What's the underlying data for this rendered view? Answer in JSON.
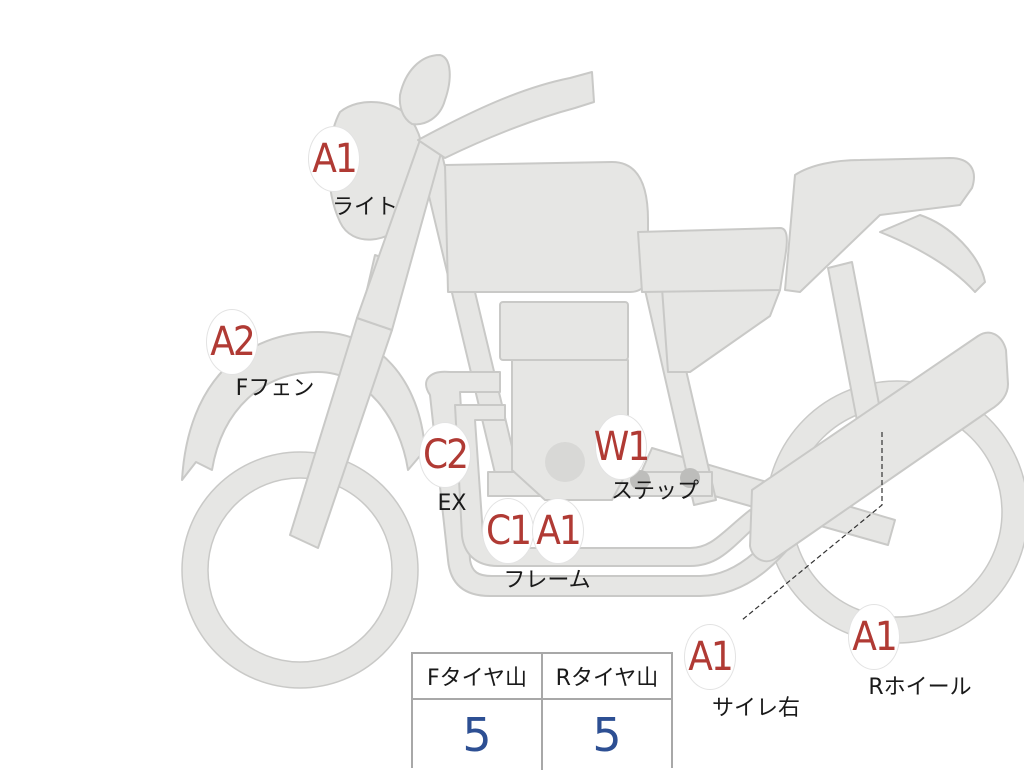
{
  "parts": [
    {
      "id": "light",
      "grade": "A1",
      "label": "ライト"
    },
    {
      "id": "front-fender",
      "grade": "A2",
      "label": "Fフェン"
    },
    {
      "id": "exhaust",
      "grade": "C2",
      "label": "EX"
    },
    {
      "id": "step",
      "grade": "W1",
      "label": "ステップ"
    },
    {
      "id": "frame",
      "grade": "C1",
      "label": ""
    },
    {
      "id": "frame-2",
      "grade": "A1",
      "label": "フレーム"
    },
    {
      "id": "muffler-right",
      "grade": "A1",
      "label": "サイレ右"
    },
    {
      "id": "rear-wheel",
      "grade": "A1",
      "label": "Rホイール"
    }
  ],
  "tire_table": {
    "headers": [
      "Fタイヤ山",
      "Rタイヤ山"
    ],
    "values": [
      "5",
      "5"
    ]
  },
  "colors": {
    "body_fill": "#e6e6e4",
    "body_stroke": "#c9c9c7",
    "grade_text": "#b03a34",
    "value_text": "#2d4f93"
  }
}
